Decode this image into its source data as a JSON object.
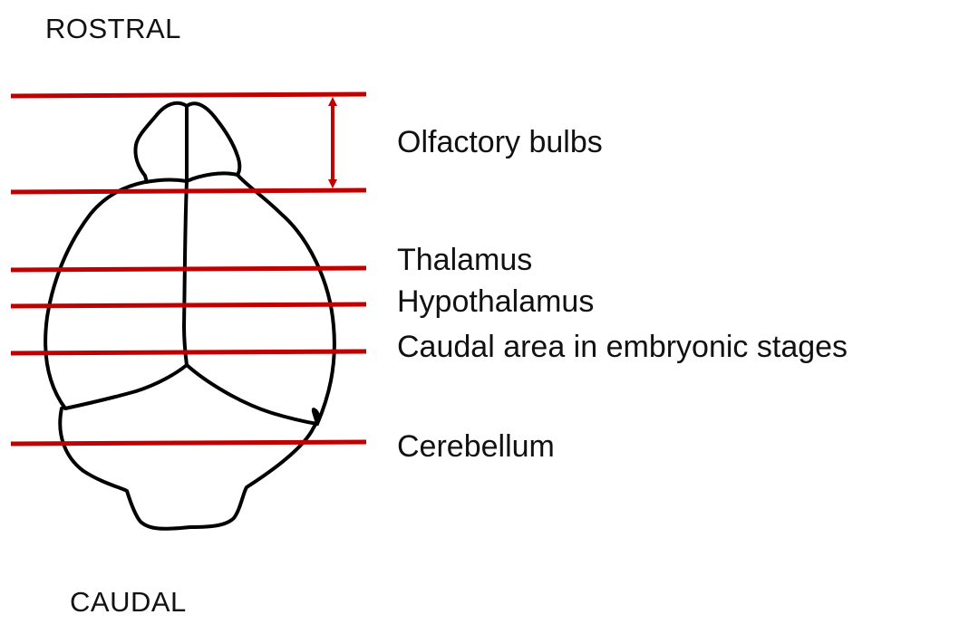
{
  "directions": {
    "top": "ROSTRAL",
    "bottom": "CAUDAL"
  },
  "regions": [
    {
      "key": "olfactory",
      "label": "Olfactory bulbs"
    },
    {
      "key": "thalamus",
      "label": "Thalamus"
    },
    {
      "key": "hypothalamus",
      "label": "Hypothalamus"
    },
    {
      "key": "caudal",
      "label": "Caudal area in embryonic stages"
    },
    {
      "key": "cerebellum",
      "label": "Cerebellum"
    }
  ],
  "colors": {
    "section_line": "#c00000",
    "outline": "#000000",
    "text": "#111111"
  }
}
